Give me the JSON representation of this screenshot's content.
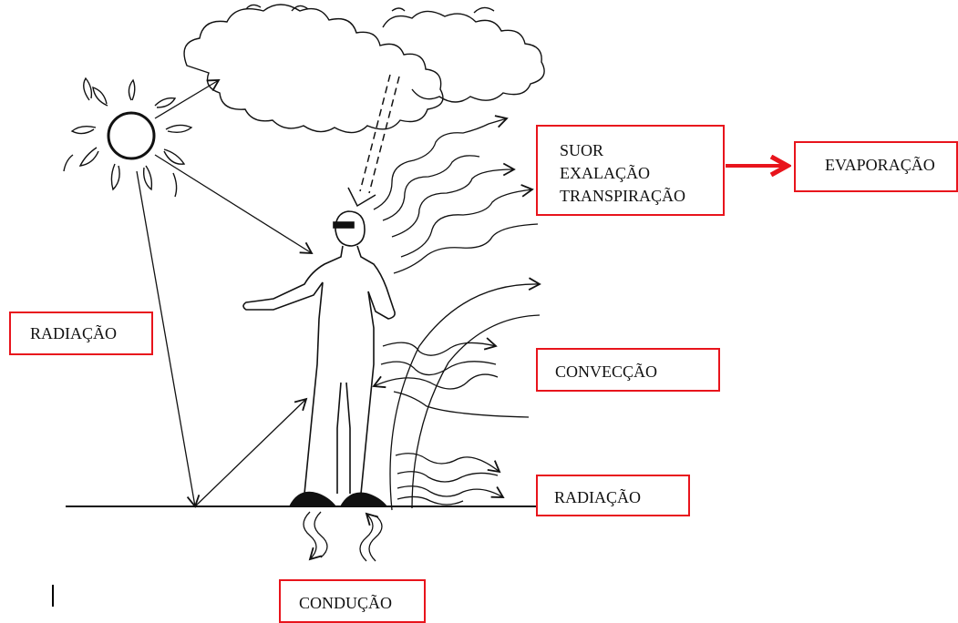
{
  "labels": {
    "radiacao_left": "RADIAÇÃO",
    "suor_lines": [
      "SUOR",
      "EXALAÇÃO",
      "TRANSPIRAÇÃO"
    ],
    "evaporacao": "EVAPORAÇÃO",
    "conveccao": "CONVECÇÃO",
    "radiacao_right": "RADIAÇÃO",
    "conducao": "CONDUÇÃO"
  },
  "colors": {
    "box_border": "#e8141c",
    "arrow_accent": "#e8141c",
    "ink": "#111111"
  },
  "icons": [
    "sun-icon",
    "cloud-icon",
    "person-figure",
    "wavy-arrow-icon"
  ]
}
